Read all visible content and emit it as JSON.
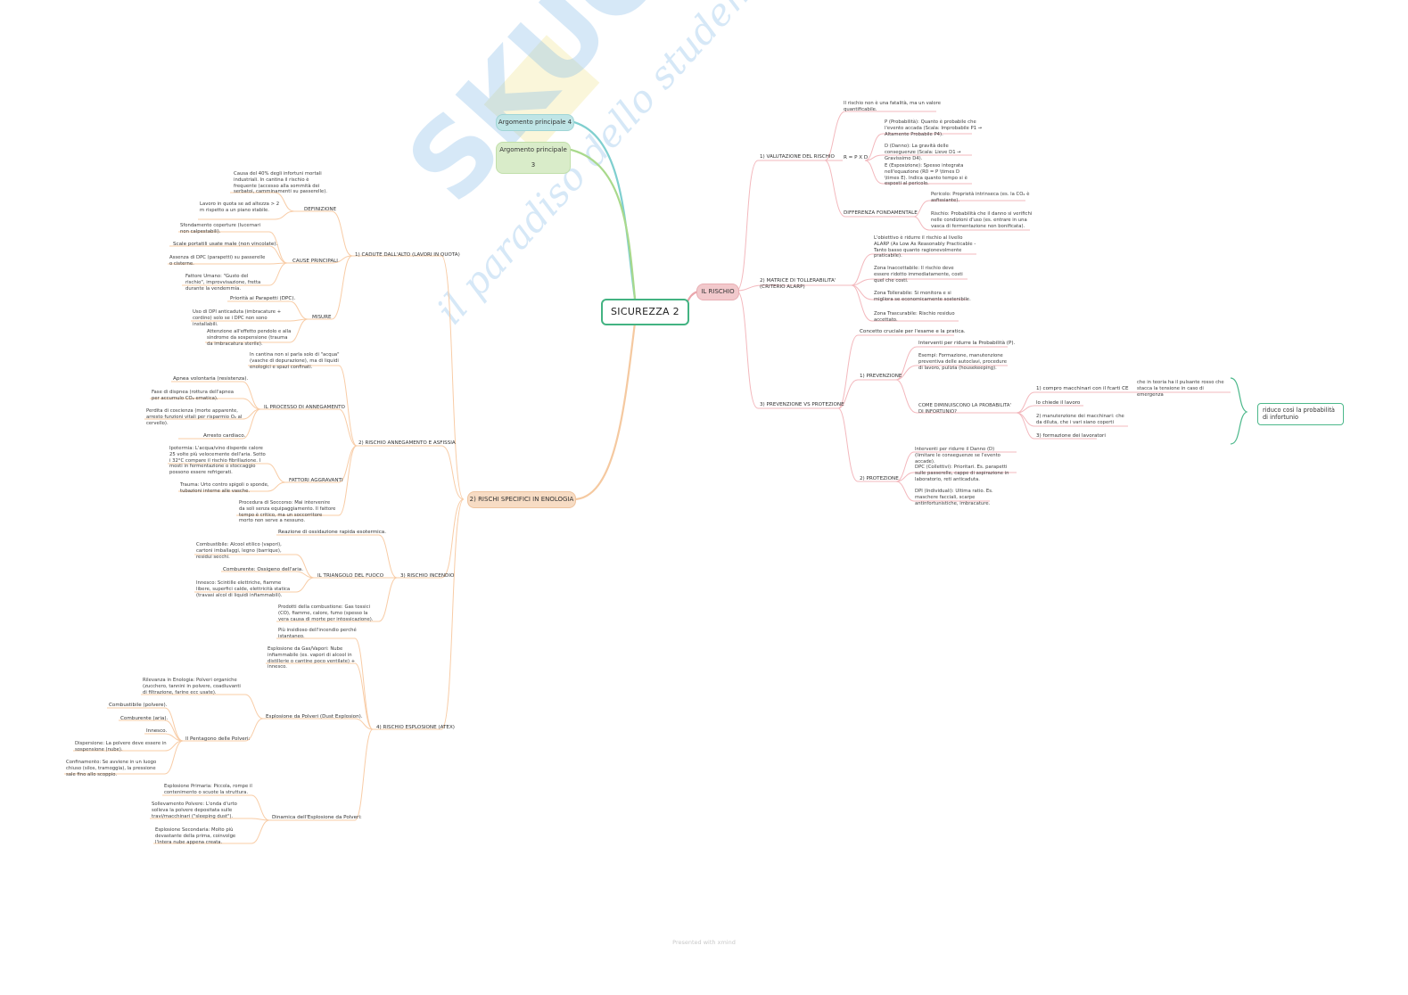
{
  "center": "SICUREZZA 2",
  "watermark": {
    "brand": "SKUOLA.net",
    "tagline": "il paradiso dello studente"
  },
  "footer": "Presented with xmind",
  "colors": {
    "accent": "#43b382",
    "rischio_pill": "#f2c9cc",
    "enologia_pill": "#f7dcc4",
    "arg4_pill": "#bfe5e6",
    "arg3_pill": "#d9ecc9"
  },
  "topics": {
    "arg4": "Argomento principale 4",
    "arg3": "Argomento principale 3",
    "rischio": "IL RISCHIO",
    "enologia": "2) RISCHI SPECIFICI IN ENOLOGIA"
  },
  "right": {
    "val": {
      "label": "1) VALUTAZIONE DEL RISCHIO",
      "def": "Il rischio non è una fatalità, ma un valore quantificabile.",
      "formula": "R = P X D",
      "p": "P (Probabilità): Quanto è probabile che l'evento accada (Scala: Improbabile P1 → Altamente Probabile P4).",
      "d": "D (Danno): La gravità delle conseguenze (Scala: Lieve D1 → Gravissimo D4).",
      "e": "E (Esposizione): Spesso integrata nell'equazione (R0 = P \\times D \\times E). Indica quanto tempo si è esposti al pericolo.",
      "diff": "DIFFERENZA FONDAMENTALE",
      "pericolo": "Pericolo: Proprietà intrinseca (es. la CO₂ è asfissiante).",
      "rischio": "Rischio: Probabilità che il danno si verifichi nelle condizioni d'uso (es. entrare in una vasca di fermentazione non bonificata)."
    },
    "matrice": {
      "label": "2) MATRICE DI TOLLERABILITA' (CRITERIO ALARP)",
      "obiettivo": "L'obiettivo è ridurre il rischio al livello ALARP (As Low As Reasonably Practicable - Tanto basso quanto ragionevolmente praticabile).",
      "inacc": "Zona Inaccettabile: Il rischio deve essere ridotto immediatamente, costi quel che costi.",
      "toll": "Zona Tollerabile: Si monitora e si migliora se economicamente sostenibile.",
      "trasc": "Zona Trascurabile: Rischio residuo accettato."
    },
    "prev": {
      "label": "3) PREVENZIONE VS PROTEZIONE",
      "concetto": "Concetto cruciale per l'esame e la pratica.",
      "prevenzione": "1) PREVENZIONE",
      "interventi": "Interventi per ridurre la Probabilità (P).",
      "esempi": "Esempi: Formazione, manutenzione preventiva delle autoclavi, procedure di lavoro, pulizia (housekeeping).",
      "come": "COME DIMINUISCONO LA PROBABILITA' DI INFORTUNIO?",
      "c1": "1) compro macchinari con il fcarti CE",
      "c1note": "che in teoria ha il pulsante rosso che stacca la tensione in caso di emergenza",
      "c2": "lo chiede il lavoro",
      "c3": "2) manutenzione dei macchinari: che da diluta, che i vari siano coperti",
      "c4": "3) formazione dei lavoratori",
      "protezione": "2) PROTEZIONE",
      "p1": "Interventi per ridurre il Danno (D) (limitare le conseguenze se l'evento accade).",
      "p2": "DPC (Collettivi): Prioritari. Es. parapetti sulle passerelle, cappe di aspirazione in laboratorio, reti anticaduta.",
      "p3": "DPI (Individuali): Ultima ratio. Es. maschere facciali, scarpe antinfortunistiche, imbracature."
    },
    "note": "riduco così la probabilità di infortunio"
  },
  "left": {
    "caduta": {
      "label": "1) CADUTE DALL'ALTO (LAVORI IN QUOTA)",
      "definizione": "DEFINIZIONE",
      "d1": "Causa del 40% degli infortuni mortali industriali. In cantina il rischio è frequente (accesso alla sommità dei serbatoi, camminamenti su passerelle).",
      "d2": "Lavoro in quota se ad altezza > 2 m rispetto a un piano stabile.",
      "cause": "CAUSE PRINCIPALI",
      "cp1": "Sfondamento coperture (lucernari non calpestabili).",
      "cp2": "Scale portatili usate male (non vincolate).",
      "cp3": "Assenza di DPC (parapetti) su passerelle o cisterne.",
      "cp4": "Fattore Umano: \"Gusto del rischio\", improvvisazione, fretta durante la vendemmia.",
      "misure": "MISURE",
      "m1": "Priorità ai Parapetti (DPC).",
      "m2": "Uso di DPI anticaduta (imbracature + cordino) solo se i DPC non sono installabili.",
      "m3": "Attenzione all'effetto pendolo e alla sindrome da sospensione (trauma da imbracatura sterile)."
    },
    "annegamento": {
      "label": "2) RISCHIO ANNEGAMENTO E ASFISSIA",
      "intro": "In cantina non si parla solo di \"acqua\" (vasche di depurazione), ma di liquidi enologici e spazi confinati.",
      "processo": "IL PROCESSO DI ANNEGAMENTO",
      "a1": "Apnea volontaria (resistenza).",
      "a2": "Fase di dispnea (rottura dell'apnea per accumulo CO₂ ematica).",
      "a3": "Perdita di coscienza (morte apparente, arresto funzioni vitali per risparmio O₂ al cervello).",
      "a4": "Arresto cardiaco.",
      "fattori": "FATTORI AGGRAVANTI",
      "f1": "Ipotermia: L'acqua/vino disperde calore 25 volte più velocemente dell'aria. Sotto i 32°C compare il rischio fibrillazione. I mosti in fermentazione o stoccaggio possono essere refrigerati.",
      "f2": "Trauma: Urto contro spigoli o sponde, tubazioni interne alle vasche.",
      "f3": "Procedura di Soccorso: Mai intervenire da soli senza equipaggiamento. Il fattore tempo è critico, ma un soccorritore morto non serve a nessuno."
    },
    "incendio": {
      "label": "3) RISCHIO INCENDIO",
      "intro": "Reazione di ossidazione rapida esotermica.",
      "triangolo": "IL TRIANGOLO DEL FUOCO",
      "t1": "Combustibile: Alcool etilico (vapori), cartoni imballaggi, legno (barrique), residui secchi.",
      "t2": "Comburente: Ossigeno dell'aria.",
      "t3": "Innesco: Scintille elettriche, fiamme libere, superfici calde, elettricità statica (travasi alcol di liquidi infiammabili).",
      "prodotti": "Prodotti della combustione: Gas tossici (CO), fiamme, calore, fumo (spesso la vera causa di morte per intossicazione)."
    },
    "esplosione": {
      "label": "4) RISCHIO ESPLOSIONE (ATEX)",
      "e1": "Più insidioso dell'incendio perché istantaneo.",
      "e2": "Esplosione da Gas/Vapori: Nube infiammabile (es. vapori di alcool in distillerie o cantine poco ventilate) + innesco.",
      "polveri": "Esplosione da Polveri (Dust Explosion).",
      "rilevanza": "Rilevanza in Enologia: Polveri organiche (zucchero, tannini in polvere, coadiuvanti di filtrazione, farine ecc usate).",
      "pentagono": "Il Pentagono delle Polveri:",
      "pg1": "Combustibile (polvere).",
      "pg2": "Comburente (aria).",
      "pg3": "Innesco.",
      "pg4": "Dispersione: La polvere deve essere in sospensione (nube).",
      "pg5": "Confinamento: Se avviene in un luogo chiuso (silos, tramoggia), la pressione sale fino allo scoppio.",
      "dinamica": "Dinamica dell'Esplosione da Polveri:",
      "dn1": "Esplosione Primaria: Piccola, rompe il contenimento o scuote la struttura.",
      "dn2": "Sollevamento Polvere: L'onda d'urto solleva la polvere depositata sulle travi/macchinari (\"sleeping dust\").",
      "dn3": "Esplosione Secondaria: Molto più devastante della prima, coinvolge l'intera nube appena creata."
    }
  }
}
